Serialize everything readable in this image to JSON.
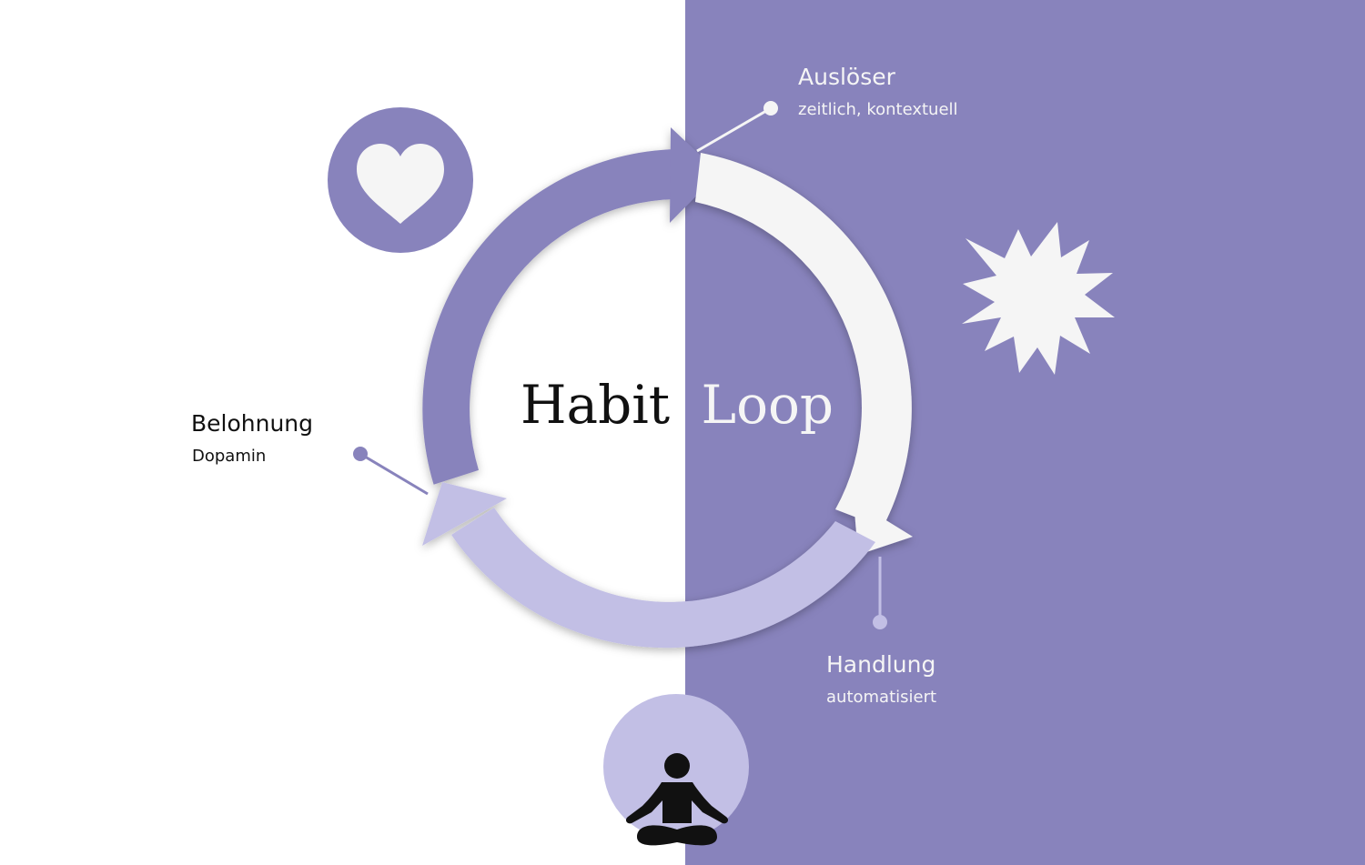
{
  "colors": {
    "purple": "#8883bc",
    "light_purple": "#c2bfe5",
    "off_white": "#f5f5f5",
    "black": "#111111",
    "white": "#ffffff"
  },
  "title": {
    "part1": "Habit",
    "part2": "Loop"
  },
  "steps": {
    "trigger": {
      "title": "Auslöser",
      "subtitle": "zeitlich, kontextuell",
      "icon": "starburst-icon"
    },
    "action": {
      "title": "Handlung",
      "subtitle": "automatisiert",
      "icon": "meditation-icon"
    },
    "reward": {
      "title": "Belohnung",
      "subtitle": "Dopamin",
      "icon": "heart-icon"
    }
  }
}
